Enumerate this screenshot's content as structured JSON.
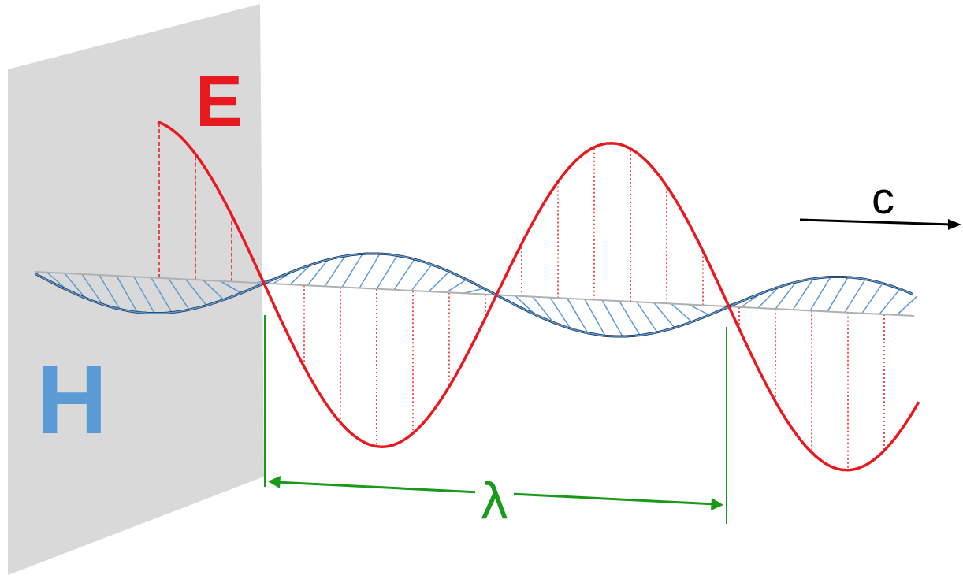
{
  "diagram": {
    "labels": [
      "E",
      "H",
      "c",
      "λ"
    ]
  }
}
